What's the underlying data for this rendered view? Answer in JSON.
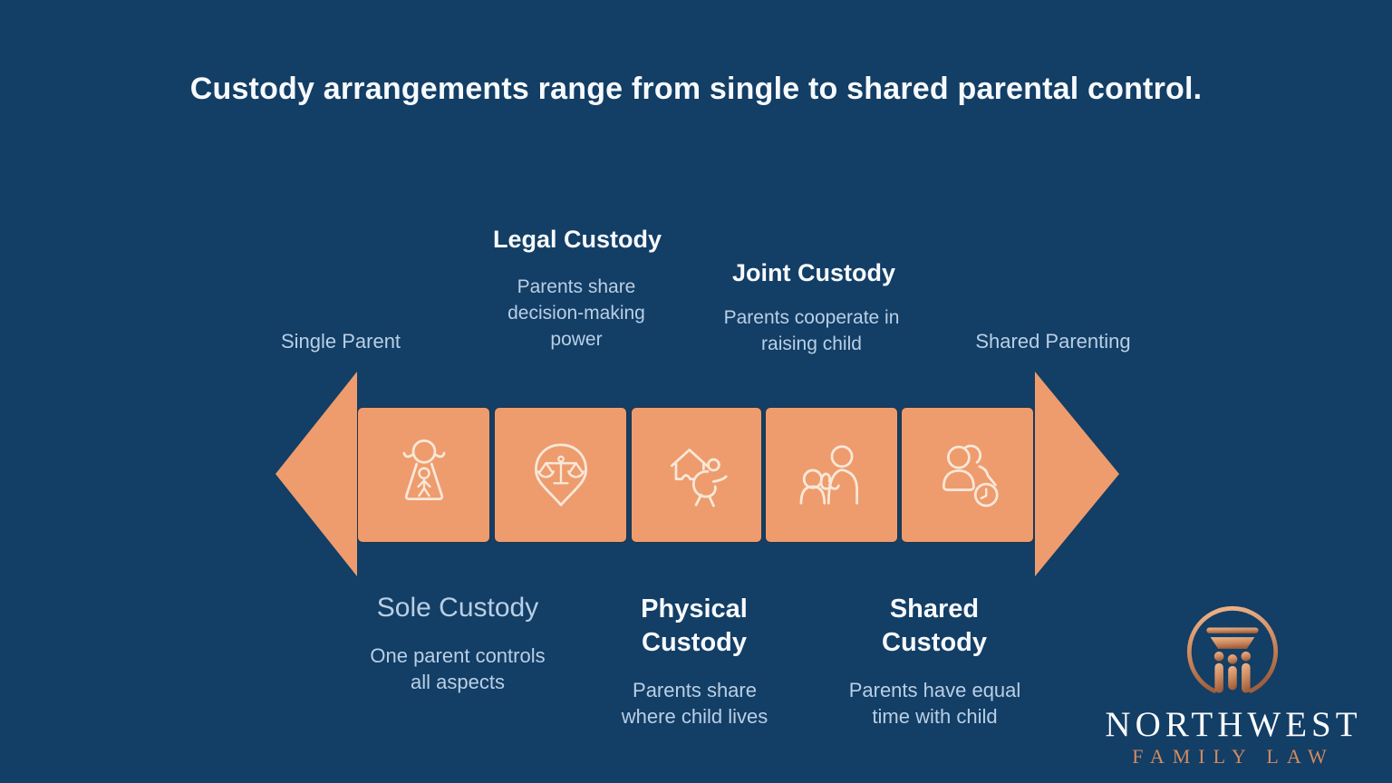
{
  "title": "Custody arrangements range from single to shared parental control.",
  "stages_above": {
    "single_parent": {
      "label": "Single Parent"
    },
    "legal_custody": {
      "heading": "Legal Custody",
      "description": "Parents share decision-making power"
    },
    "joint_custody": {
      "heading": "Joint Custody",
      "description": "Parents cooperate in raising child"
    },
    "shared_parenting": {
      "label": "Shared Parenting"
    }
  },
  "stages_below": {
    "sole_custody": {
      "heading": "Sole Custody",
      "description": "One parent controls all aspects"
    },
    "physical_custody": {
      "heading": "Physical Custody",
      "description": "Parents share where child lives"
    },
    "shared_custody": {
      "heading": "Shared Custody",
      "description": "Parents have equal time with child"
    }
  },
  "arrow_icons": [
    "mother-with-child-icon",
    "scales-location-pin-icon",
    "house-with-child-icon",
    "parent-with-child-icon",
    "two-people-clock-icon"
  ],
  "logo": {
    "brand": "NORTHWEST",
    "tagline": "FAMILY LAW"
  },
  "colors": {
    "background": "#133E65",
    "arrow_orange": "#EE9C6D",
    "heading_white": "#F7FAFD",
    "label_light_blue": "#B9CFE6",
    "logo_copper": "#D28B60"
  }
}
